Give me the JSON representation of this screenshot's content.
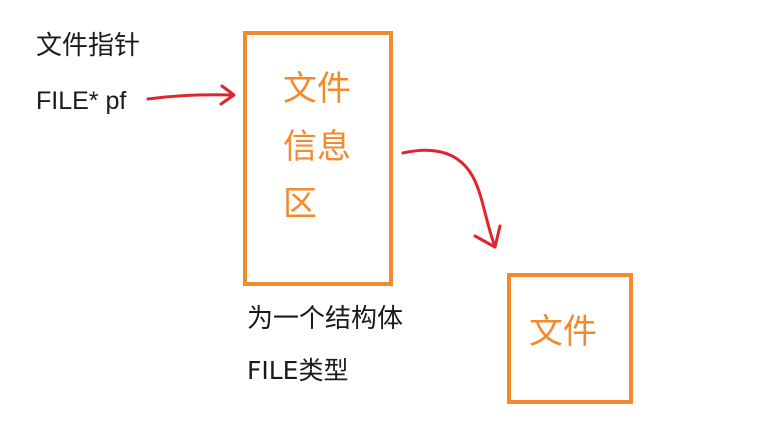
{
  "pointer": {
    "title": "文件指针",
    "declaration": "FILE* pf"
  },
  "info_area": {
    "lines": [
      "文件",
      "信息",
      "区"
    ]
  },
  "struct_note": {
    "line1": "为一个结构体",
    "line2": "FILE类型"
  },
  "file_box": {
    "label": "文件"
  },
  "colors": {
    "box_border": "#f28a2e",
    "box_text": "#f28a2e",
    "arrow": "#e0262c",
    "text": "#1a1a1a"
  }
}
